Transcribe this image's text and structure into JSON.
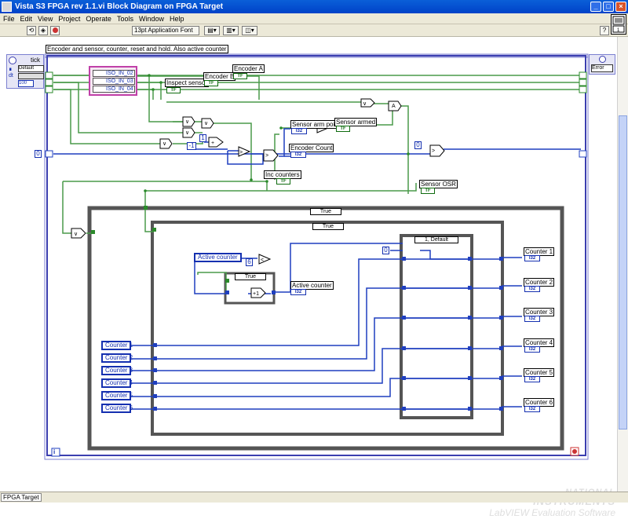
{
  "window": {
    "title": "Vista S3 FPGA rev 1.1.vi Block Diagram on FPGA Target"
  },
  "menu": [
    "File",
    "Edit",
    "View",
    "Project",
    "Operate",
    "Tools",
    "Window",
    "Help"
  ],
  "toolbar": {
    "font": "13pt Application Font"
  },
  "diagram": {
    "comment": "Encoder and sensor, counter, reset and hold.  Also active counter",
    "timed_loop": {
      "label": "tick",
      "input_dt": "dt",
      "default": "Default",
      "input_value": "100",
      "error": "Error"
    },
    "io_nodes": [
      "ISO_IN_02",
      "ISO_IN_03",
      "ISO_IN_04"
    ],
    "indicators": {
      "inspect_sensor": "Inspect sensor",
      "encoder_b": "Encoder B",
      "encoder_a": "Encoder A",
      "sensor_arm_point": "Sensor arm point",
      "sensor_armed": "Sensor armed",
      "encoder_count": "Encoder Count",
      "inc_counters": "Inc counters",
      "sensor_osr": "Sensor OSR",
      "active_counter_ind": "Active counter"
    },
    "type_tags": {
      "bool": "TF",
      "i32": "I32"
    },
    "constants": {
      "neg_one": "-1",
      "one": "1",
      "zero_left": "0",
      "zero_mid": "0",
      "zero_case": "0",
      "six": "6"
    },
    "case_selectors": {
      "outer": "True",
      "inner": "True",
      "small": "True",
      "counter_case": "1, Default"
    },
    "active_counter_ctrl": "Active counter",
    "counter_controls": [
      "Counter 1",
      "Counter 2",
      "Counter 3",
      "Counter 4",
      "Counter 5",
      "Counter 6"
    ],
    "counter_indicators": [
      "Counter 1",
      "Counter 2",
      "Counter 3",
      "Counter 4",
      "Counter 5",
      "Counter 6"
    ],
    "loop_iteration": "i"
  },
  "watermark": {
    "line1": "NATIONAL",
    "line2": "INSTRUMENTS",
    "line3": "LabVIEW Evaluation Software"
  },
  "status": {
    "target": "FPGA Target"
  }
}
